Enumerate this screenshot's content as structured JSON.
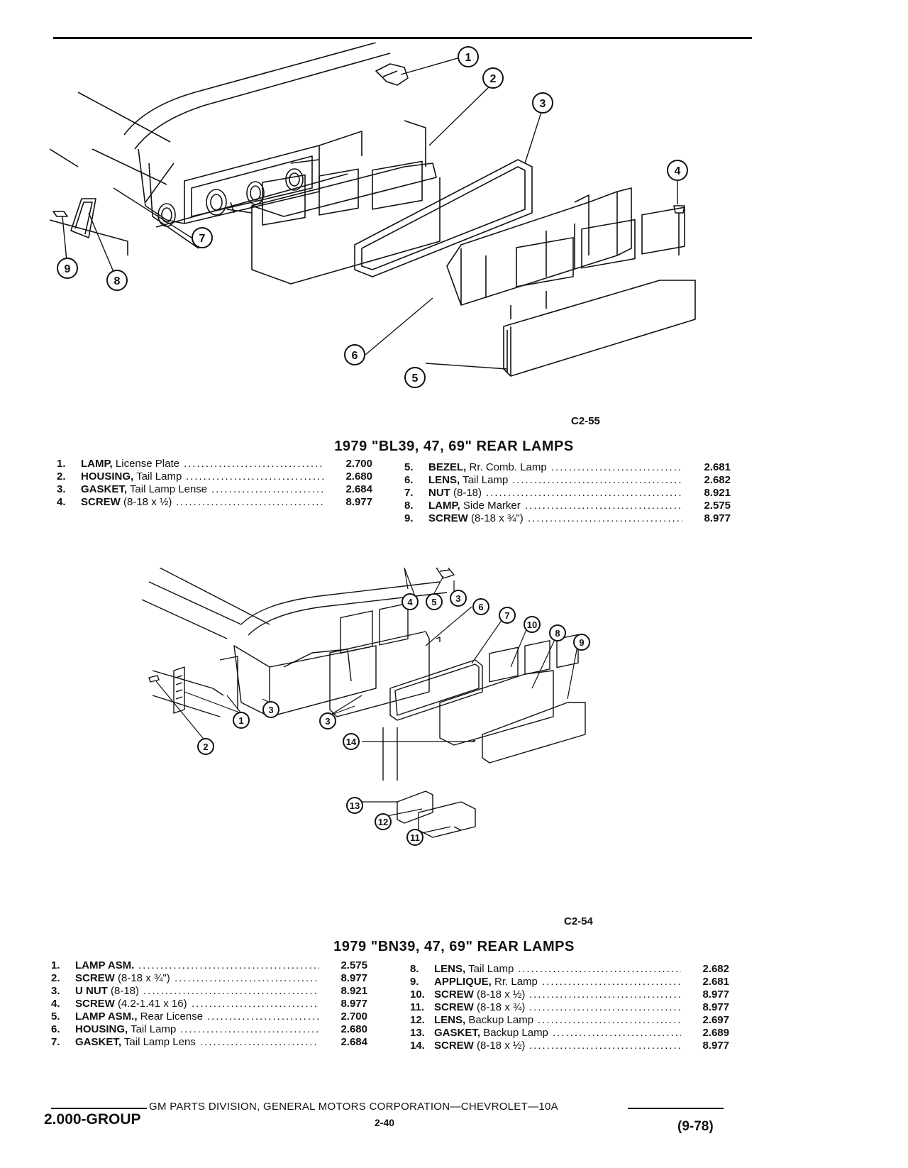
{
  "figure1": {
    "code": "C2-55",
    "callouts": [
      "1",
      "2",
      "3",
      "4",
      "5",
      "6",
      "7",
      "8",
      "9"
    ]
  },
  "section1": {
    "title": "1979 \"BL39, 47, 69\" REAR LAMPS",
    "left": [
      {
        "num": "1.",
        "part": "LAMP,",
        "desc": " License Plate",
        "value": "2.700"
      },
      {
        "num": "2.",
        "part": "HOUSING,",
        "desc": " Tail Lamp",
        "value": "2.680"
      },
      {
        "num": "3.",
        "part": "GASKET,",
        "desc": " Tail Lamp Lense",
        "value": "2.684"
      },
      {
        "num": "4.",
        "part": "SCREW",
        "desc": " (8-18 x ½)",
        "value": "8.977"
      }
    ],
    "right": [
      {
        "num": "5.",
        "part": "BEZEL,",
        "desc": " Rr. Comb. Lamp",
        "value": "2.681"
      },
      {
        "num": "6.",
        "part": "LENS,",
        "desc": " Tail Lamp",
        "value": "2.682"
      },
      {
        "num": "7.",
        "part": "NUT",
        "desc": " (8-18)",
        "value": "8.921"
      },
      {
        "num": "8.",
        "part": "LAMP,",
        "desc": " Side Marker",
        "value": "2.575"
      },
      {
        "num": "9.",
        "part": "SCREW",
        "desc": " (8-18 x ¾\")",
        "value": "8.977"
      }
    ]
  },
  "figure2": {
    "code": "C2-54",
    "callouts": [
      "1",
      "2",
      "3",
      "3",
      "3",
      "4",
      "5",
      "6",
      "7",
      "10",
      "8",
      "9",
      "14",
      "13",
      "12",
      "11"
    ]
  },
  "section2": {
    "title": "1979 \"BN39, 47, 69\" REAR LAMPS",
    "left": [
      {
        "num": "1.",
        "part": "LAMP ASM.",
        "desc": "",
        "value": "2.575"
      },
      {
        "num": "2.",
        "part": "SCREW",
        "desc": " (8-18 x ¾\")",
        "value": "8.977"
      },
      {
        "num": "3.",
        "part": "U NUT",
        "desc": " (8-18)",
        "value": "8.921"
      },
      {
        "num": "4.",
        "part": "SCREW",
        "desc": " (4.2-1.41 x 16)",
        "value": "8.977"
      },
      {
        "num": "5.",
        "part": "LAMP ASM.,",
        "desc": " Rear License",
        "value": "2.700"
      },
      {
        "num": "6.",
        "part": "HOUSING,",
        "desc": " Tail Lamp",
        "value": "2.680"
      },
      {
        "num": "7.",
        "part": "GASKET,",
        "desc": " Tail Lamp Lens",
        "value": "2.684"
      }
    ],
    "right": [
      {
        "num": "8.",
        "part": "LENS,",
        "desc": " Tail Lamp",
        "value": "2.682"
      },
      {
        "num": "9.",
        "part": "APPLIQUE,",
        "desc": " Rr. Lamp",
        "value": "2.681"
      },
      {
        "num": "10.",
        "part": "SCREW",
        "desc": " (8-18 x ½)",
        "value": "8.977"
      },
      {
        "num": "11.",
        "part": "SCREW",
        "desc": " (8-18 x ¾)",
        "value": "8.977"
      },
      {
        "num": "12.",
        "part": "LENS,",
        "desc": " Backup Lamp",
        "value": "2.697"
      },
      {
        "num": "13.",
        "part": "GASKET,",
        "desc": " Backup Lamp",
        "value": "2.689"
      },
      {
        "num": "14.",
        "part": "SCREW",
        "desc": " (8-18 x ½)",
        "value": "8.977"
      }
    ]
  },
  "footer": {
    "division": "GM PARTS DIVISION, GENERAL MOTORS CORPORATION—CHEVROLET—10A",
    "group": "2.000-GROUP",
    "page": "2-40",
    "date": "(9-78)"
  }
}
